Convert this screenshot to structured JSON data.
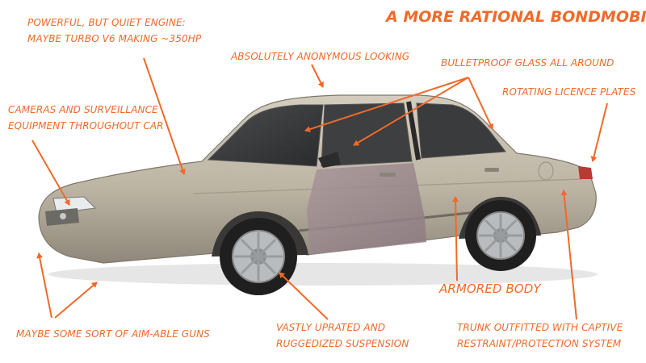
{
  "title": "A MORE RATIONAL BONDMOBILE",
  "accent_color": "#ef6a2a",
  "car_color": "#bdb5a4",
  "callouts": {
    "engine": [
      "POWERFUL, BUT QUIET ENGINE:",
      "MAYBE TURBO V6 MAKING ~350HP"
    ],
    "anonymous": [
      "ABSOLUTELY ANONYMOUS LOOKING"
    ],
    "glass": [
      "BULLETPROOF GLASS ALL AROUND"
    ],
    "plates": [
      "ROTATING LICENCE PLATES"
    ],
    "cameras": [
      "CAMERAS AND SURVEILLANCE",
      "EQUIPMENT THROUGHOUT CAR"
    ],
    "armor": [
      "ARMORED BODY"
    ],
    "guns": [
      "MAYBE SOME SORT OF AIM-ABLE GUNS"
    ],
    "suspension": [
      "VASTLY UPRATED AND",
      "RUGGEDIZED SUSPENSION"
    ],
    "trunk": [
      "TRUNK OUTFITTED WITH CAPTIVE",
      "RESTRAINT/PROTECTION SYSTEM"
    ]
  }
}
